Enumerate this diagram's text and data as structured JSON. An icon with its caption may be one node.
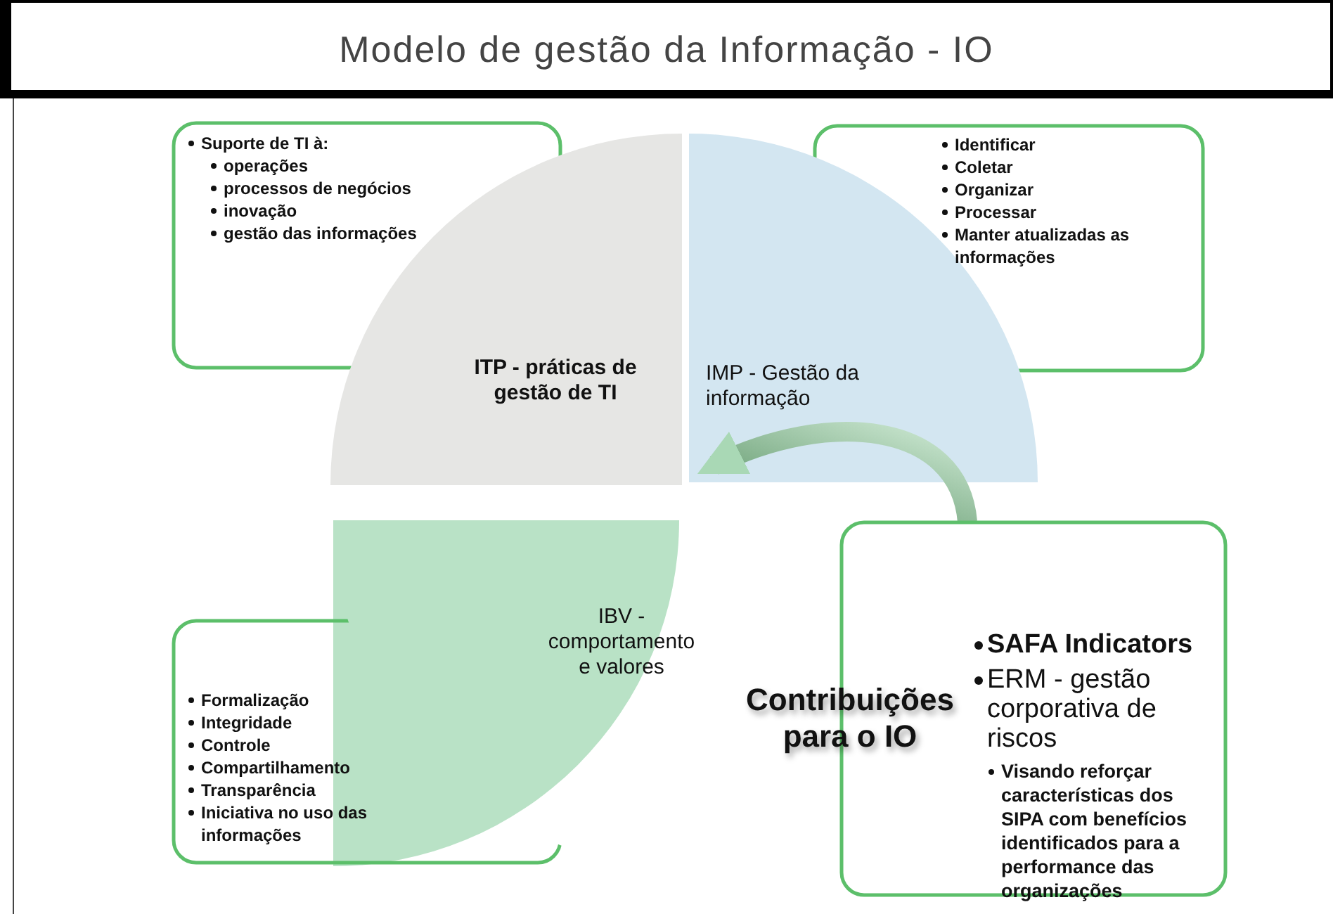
{
  "diagram": {
    "title": "Modelo de gestão da Informação - IO",
    "nodes": [
      {
        "text": [
          "Suporte de TI à:",
          "operações",
          "processos de negócios",
          "inovação",
          "gestão das informações"
        ]
      },
      {
        "text": [
          "Identificar",
          "Coletar",
          "Organizar",
          "Processar",
          "Manter atualizadas as informações"
        ]
      },
      {
        "text": [
          "ITP - práticas de gestão de TI"
        ]
      },
      {
        "text": [
          "IMP - Gestão da informação"
        ]
      },
      {
        "text": [
          "IBV - comportamento e valores"
        ]
      },
      {
        "text": [
          "Formalização",
          "Integridade",
          "Controle",
          "Compartilhamento",
          "Transparência",
          "Iniciativa no uso das informações"
        ]
      },
      {
        "text": [
          "SAFA Indicators",
          "ERM - gestão corporativa de riscos",
          "Visando reforçar características dos SIPA com benefícios identificados para a performance das organizações"
        ]
      }
    ],
    "edges": [
      {
        "from": 6,
        "to": 3,
        "arrow": "to"
      }
    ],
    "labels": [
      "Contribuições para o IO"
    ]
  }
}
